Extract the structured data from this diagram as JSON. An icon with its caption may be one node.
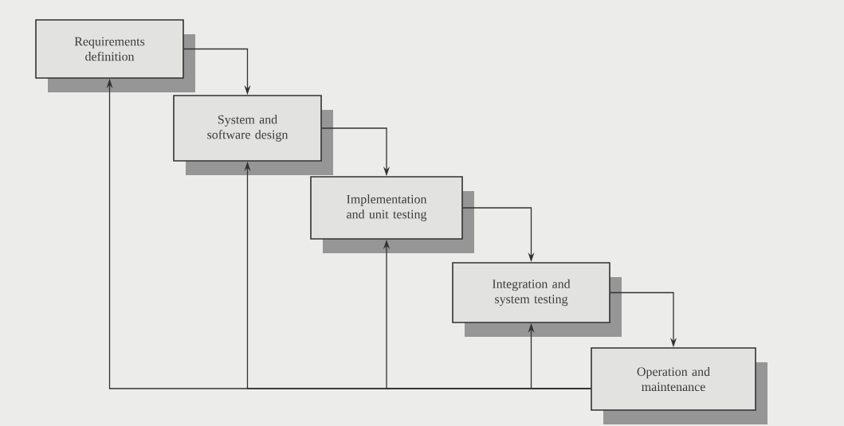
{
  "diagram": {
    "nodes": [
      {
        "text": [
          "Requirements definition"
        ]
      },
      {
        "text": [
          "System and software design"
        ]
      },
      {
        "text": [
          "Implementation and unit testing"
        ]
      },
      {
        "text": [
          "Integration and system testing"
        ]
      },
      {
        "text": [
          "Operation and maintenance"
        ]
      }
    ],
    "edges": [
      {
        "from": 0,
        "to": 1,
        "arrow": "to"
      },
      {
        "from": 1,
        "to": 2,
        "arrow": "to"
      },
      {
        "from": 2,
        "to": 3,
        "arrow": "to"
      },
      {
        "from": 3,
        "to": 4,
        "arrow": "to"
      },
      {
        "from": 4,
        "to": 0,
        "arrow": "to"
      },
      {
        "from": 4,
        "to": 1,
        "arrow": "to"
      },
      {
        "from": 4,
        "to": 2,
        "arrow": "to"
      },
      {
        "from": 4,
        "to": 3,
        "arrow": "to"
      }
    ]
  }
}
